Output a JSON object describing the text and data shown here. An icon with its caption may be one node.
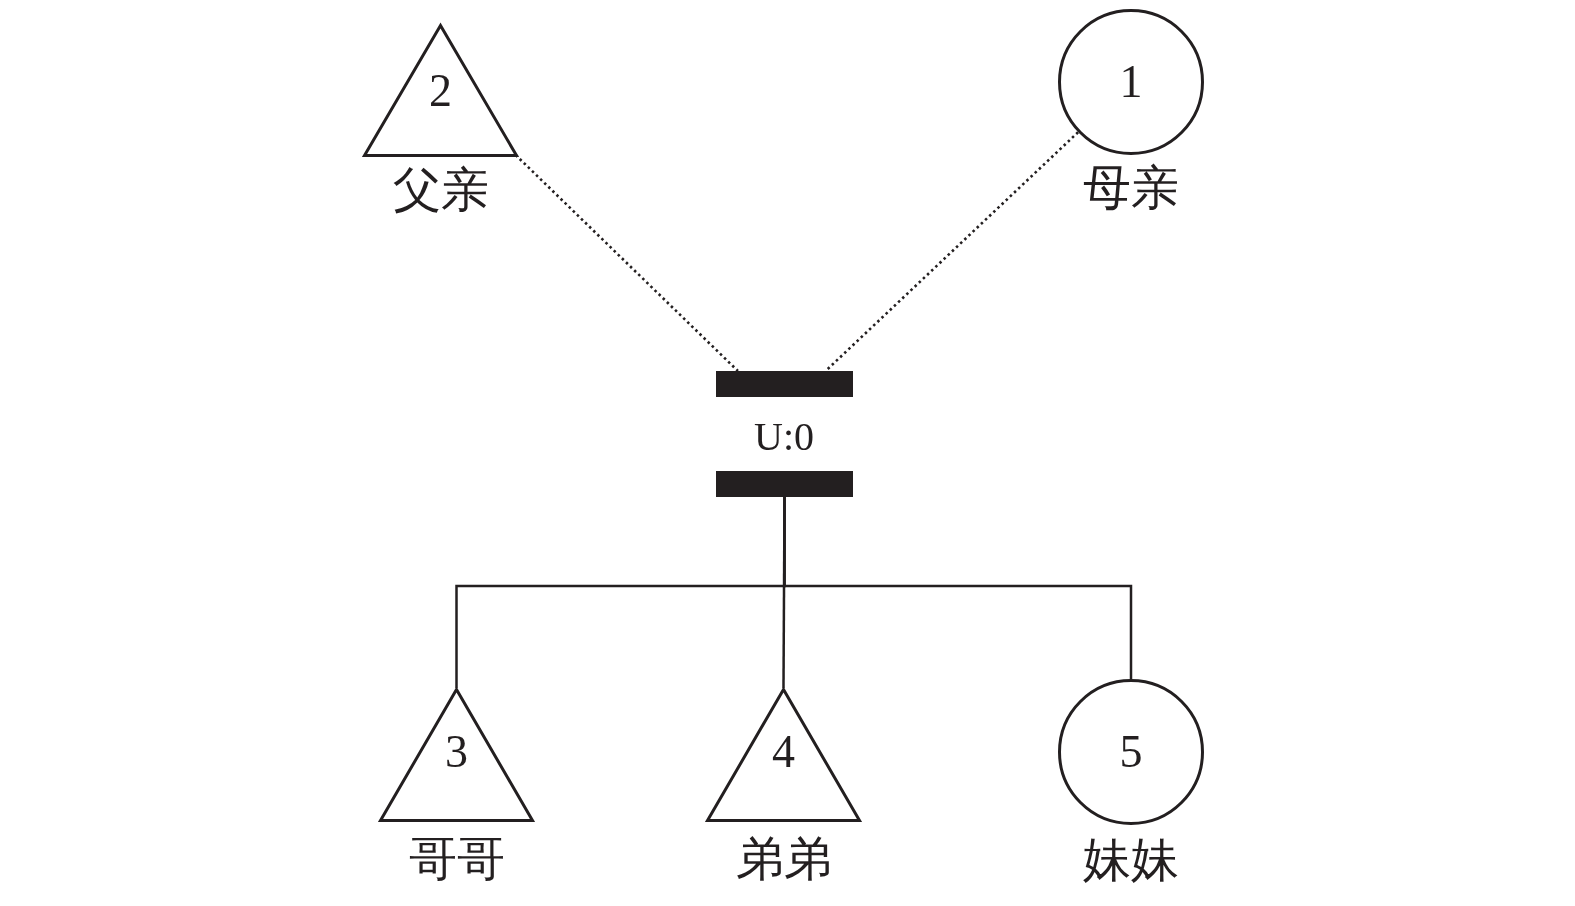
{
  "diagram": {
    "nodes": [
      {
        "text": [
          "2"
        ],
        "beside": [
          "父亲"
        ]
      },
      {
        "text": [
          "1"
        ],
        "beside": [
          "母亲"
        ]
      },
      {
        "text": [],
        "shape": "bar"
      },
      {
        "text": [],
        "shape": "bar"
      },
      {
        "text": [
          "3"
        ],
        "beside": [
          "哥哥"
        ]
      },
      {
        "text": [
          "4"
        ],
        "beside": [
          "弟弟"
        ]
      },
      {
        "text": [
          "5"
        ],
        "beside": [
          "妹妹"
        ]
      }
    ],
    "edges": [
      {
        "from": 0,
        "to": 2,
        "arrow": "none",
        "style": "dashed"
      },
      {
        "from": 1,
        "to": 2,
        "arrow": "none",
        "style": "dashed"
      },
      {
        "from": 3,
        "to": 4,
        "arrow": "none"
      },
      {
        "from": 3,
        "to": 5,
        "arrow": "none"
      },
      {
        "from": 3,
        "to": 6,
        "arrow": "none"
      }
    ],
    "labels": [
      "U:0"
    ]
  }
}
